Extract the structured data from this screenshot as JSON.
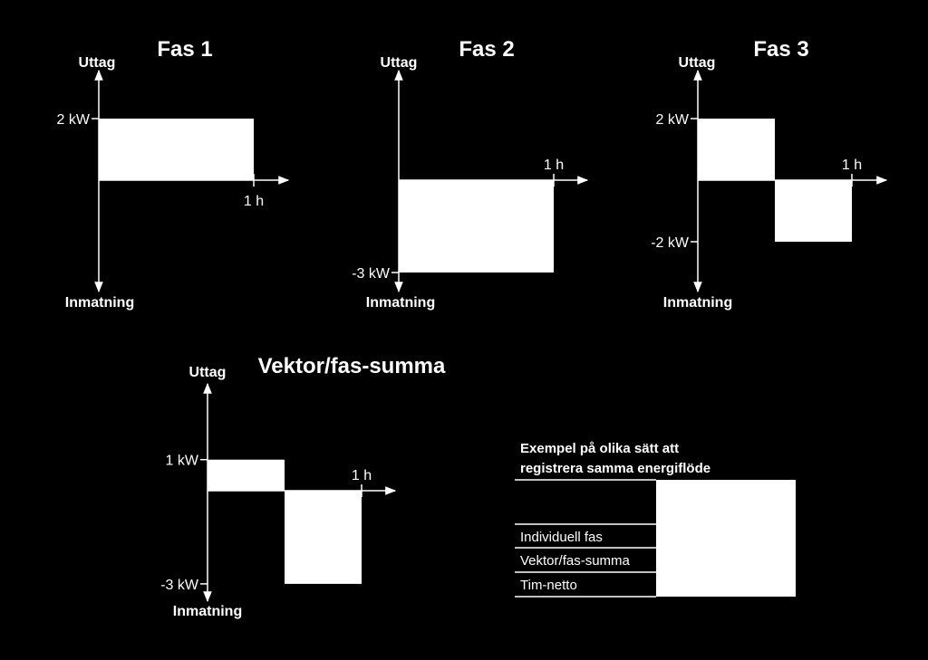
{
  "charts": [
    {
      "title": "Fas 1",
      "ylabel_top": "Uttag",
      "ylabel_bottom": "Inmatning",
      "x_end_label": "1 h",
      "y_ticks": [
        {
          "value": 2,
          "label": "2 kW"
        }
      ],
      "segments": [
        {
          "x0": 0,
          "x1": 1,
          "value": 2
        }
      ]
    },
    {
      "title": "Fas 2",
      "ylabel_top": "Uttag",
      "ylabel_bottom": "Inmatning",
      "x_end_label": "1 h",
      "y_ticks": [
        {
          "value": -3,
          "label": "-3 kW"
        }
      ],
      "segments": [
        {
          "x0": 0,
          "x1": 1,
          "value": -3
        }
      ]
    },
    {
      "title": "Fas 3",
      "ylabel_top": "Uttag",
      "ylabel_bottom": "Inmatning",
      "x_end_label": "1 h",
      "y_ticks": [
        {
          "value": 2,
          "label": "2 kW"
        },
        {
          "value": -2,
          "label": "-2 kW"
        }
      ],
      "segments": [
        {
          "x0": 0,
          "x1": 0.5,
          "value": 2
        },
        {
          "x0": 0.5,
          "x1": 1,
          "value": -2
        }
      ]
    },
    {
      "title": "Vektor/fas-summa",
      "ylabel_top": "Uttag",
      "ylabel_bottom": "Inmatning",
      "x_end_label": "1 h",
      "y_ticks": [
        {
          "value": 1,
          "label": "1 kW"
        },
        {
          "value": -3,
          "label": "-3 kW"
        }
      ],
      "segments": [
        {
          "x0": 0,
          "x1": 0.5,
          "value": 1
        },
        {
          "x0": 0.5,
          "x1": 1,
          "value": -3
        }
      ]
    }
  ],
  "table": {
    "title_line1": "Exempel på olika sätt att",
    "title_line2": "registrera samma energiflöde",
    "rows": [
      "Individuell fas",
      "Vektor/fas-summa",
      "Tim-netto"
    ]
  },
  "chart_data": [
    {
      "type": "bar",
      "title": "Fas 1",
      "x_unit": "h",
      "y_unit": "kW",
      "x": [
        [
          0,
          1
        ]
      ],
      "values": [
        2
      ]
    },
    {
      "type": "bar",
      "title": "Fas 2",
      "x_unit": "h",
      "y_unit": "kW",
      "x": [
        [
          0,
          1
        ]
      ],
      "values": [
        -3
      ]
    },
    {
      "type": "bar",
      "title": "Fas 3",
      "x_unit": "h",
      "y_unit": "kW",
      "x": [
        [
          0,
          0.5
        ],
        [
          0.5,
          1
        ]
      ],
      "values": [
        2,
        -2
      ]
    },
    {
      "type": "bar",
      "title": "Vektor/fas-summa",
      "x_unit": "h",
      "y_unit": "kW",
      "x": [
        [
          0,
          0.5
        ],
        [
          0.5,
          1
        ]
      ],
      "values": [
        1,
        -3
      ]
    }
  ]
}
